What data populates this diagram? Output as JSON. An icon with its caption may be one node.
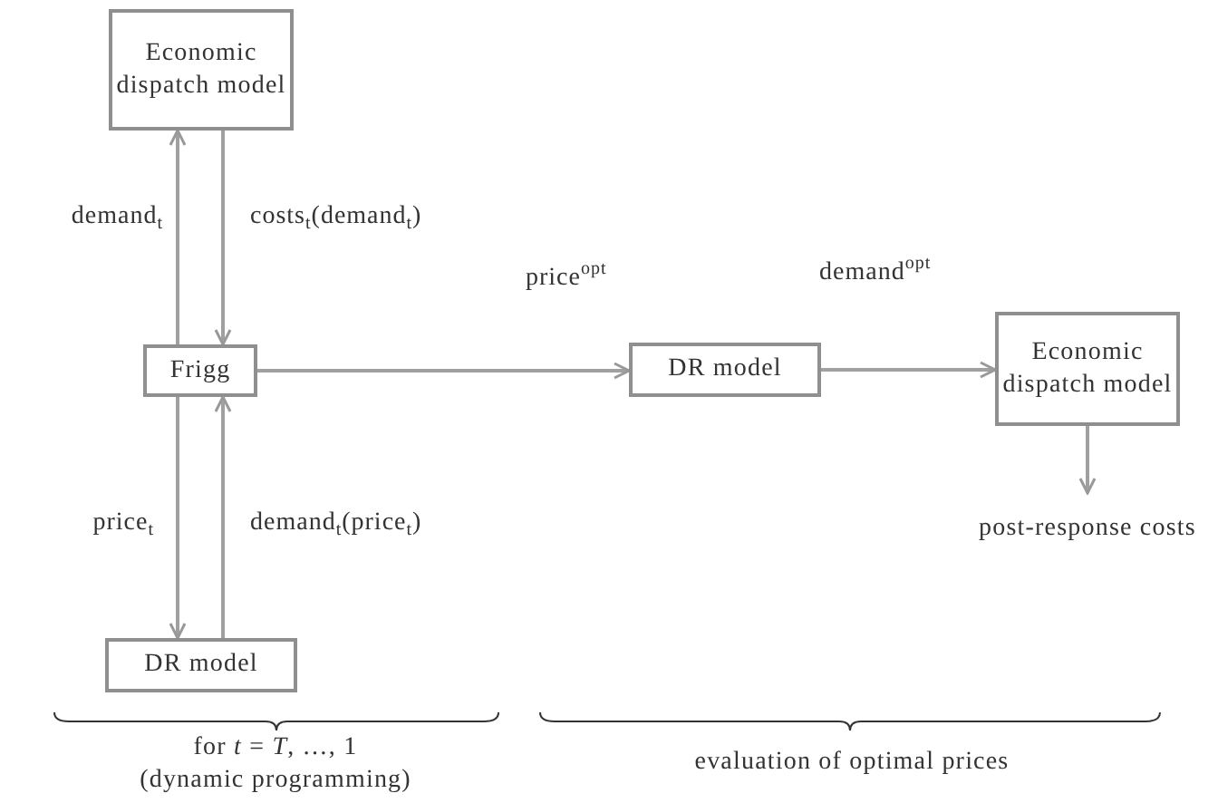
{
  "diagram": {
    "nodes": [
      {
        "text": [
          "Economic dispatch model"
        ]
      },
      {
        "text": [
          "Frigg"
        ]
      },
      {
        "text": [
          "DR model"
        ]
      },
      {
        "text": [
          "DR model"
        ]
      },
      {
        "text": [
          "Economic dispatch model"
        ]
      },
      {
        "text": [
          "post-response costs"
        ]
      }
    ],
    "edges": [
      {
        "from": 1,
        "to": 0,
        "arrow": "to",
        "label": "demand$_{t}$"
      },
      {
        "from": 0,
        "to": 1,
        "arrow": "to",
        "label": "costs$_{t}$(demand$_{t}$)"
      },
      {
        "from": 1,
        "to": 2,
        "arrow": "to",
        "label": "price$_{t}$"
      },
      {
        "from": 2,
        "to": 1,
        "arrow": "to",
        "label": "demand$_{t}$(price$_{t}$)"
      },
      {
        "from": 1,
        "to": 3,
        "arrow": "to",
        "label": "price$^{opt}$"
      },
      {
        "from": 3,
        "to": 4,
        "arrow": "to",
        "label": "demand$^{opt}$"
      },
      {
        "from": 4,
        "to": 5,
        "arrow": "to"
      }
    ],
    "labels": [
      "for *t* = *T*, …, 1",
      "(dynamic programming)",
      "evaluation of optimal prices"
    ]
  }
}
